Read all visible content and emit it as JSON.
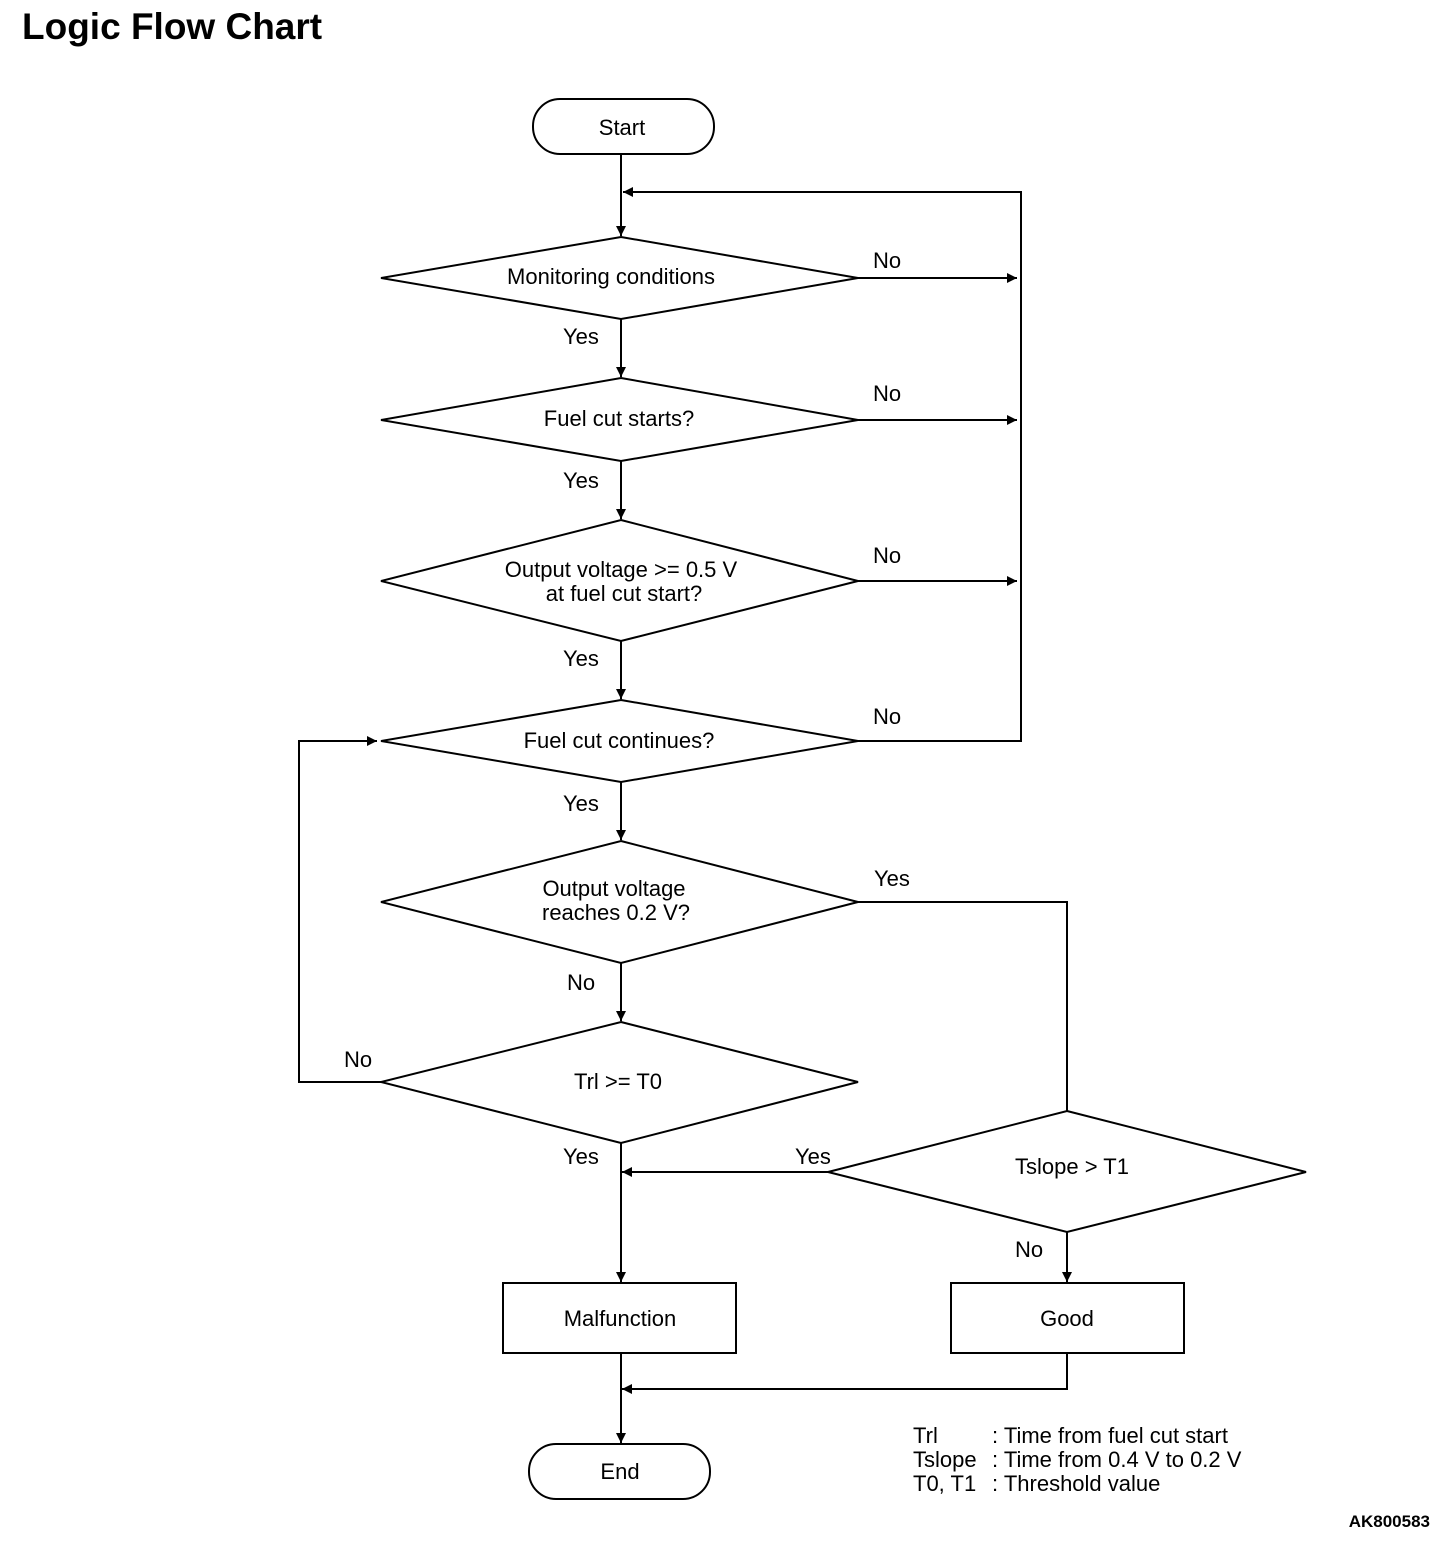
{
  "title": "Logic Flow Chart",
  "doc_code": "AK800583",
  "nodes": {
    "start": "Start",
    "monitoring": "Monitoring conditions",
    "fuel_cut_starts": "Fuel cut starts?",
    "output_voltage_line1": "Output voltage >= 0.5 V",
    "output_voltage_line2": "at fuel cut start?",
    "fuel_cut_continues": "Fuel cut continues?",
    "reaches_line1": "Output voltage",
    "reaches_line2": "reaches 0.2 V?",
    "trl_t0": "Trl >= T0",
    "tslope_t1": "Tslope > T1",
    "malfunction": "Malfunction",
    "good": "Good",
    "end": "End"
  },
  "labels": {
    "yes": "Yes",
    "no": "No"
  },
  "legend": {
    "row1_key": "Trl",
    "row1_desc": ": Time from fuel cut start",
    "row2_key": "Tslope",
    "row2_desc": ": Time from 0.4 V to 0.2 V",
    "row3_key": "T0, T1",
    "row3_desc": ": Threshold value"
  }
}
